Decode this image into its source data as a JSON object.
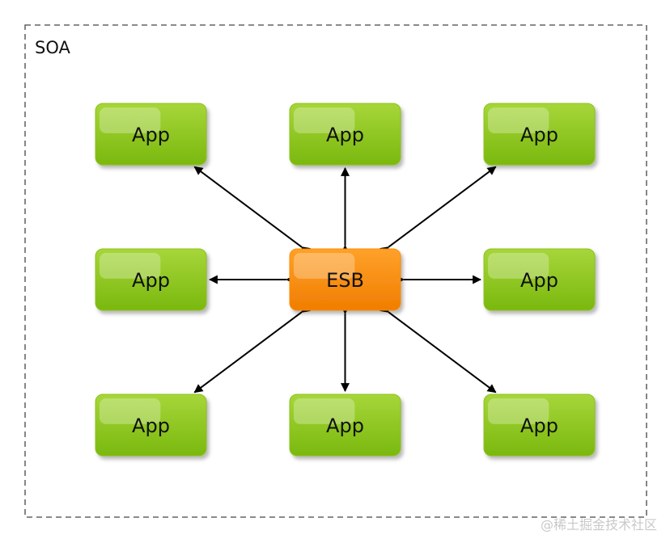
{
  "diagram": {
    "frame_title": "SOA",
    "hub": {
      "id": "esb",
      "label": "ESB",
      "color": "#ff8c00"
    },
    "node_color": "#8dc21f",
    "nodes": [
      {
        "id": "app-top-left",
        "label": "App"
      },
      {
        "id": "app-top-center",
        "label": "App"
      },
      {
        "id": "app-top-right",
        "label": "App"
      },
      {
        "id": "app-middle-left",
        "label": "App"
      },
      {
        "id": "app-middle-right",
        "label": "App"
      },
      {
        "id": "app-bottom-left",
        "label": "App"
      },
      {
        "id": "app-bottom-center",
        "label": "App"
      },
      {
        "id": "app-bottom-right",
        "label": "App"
      }
    ],
    "edges": [
      {
        "from": "esb",
        "to": "app-top-left",
        "direction": "both"
      },
      {
        "from": "esb",
        "to": "app-top-center",
        "direction": "both"
      },
      {
        "from": "esb",
        "to": "app-top-right",
        "direction": "both"
      },
      {
        "from": "esb",
        "to": "app-middle-left",
        "direction": "both"
      },
      {
        "from": "esb",
        "to": "app-middle-right",
        "direction": "both"
      },
      {
        "from": "esb",
        "to": "app-bottom-left",
        "direction": "both"
      },
      {
        "from": "esb",
        "to": "app-bottom-center",
        "direction": "both"
      },
      {
        "from": "esb",
        "to": "app-bottom-right",
        "direction": "both"
      }
    ]
  },
  "watermark": "@稀土掘金技术社区"
}
